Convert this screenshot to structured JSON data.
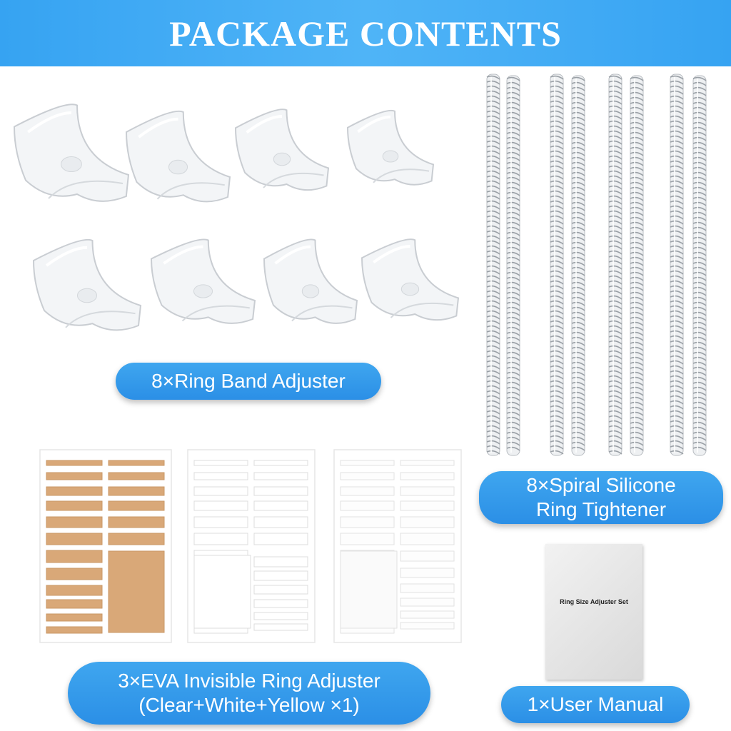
{
  "header": {
    "title": "PACKAGE CONTENTS"
  },
  "labels": {
    "ring_band": "8×Ring Band Adjuster",
    "spiral_line1": "8×Spiral Silicone",
    "spiral_line2": "Ring Tightener",
    "eva_line1": "3×EVA Invisible Ring Adjuster",
    "eva_line2": "(Clear+White+Yellow ×1)",
    "manual": "1×User Manual"
  },
  "manual": {
    "cover_text": "Ring Size Adjuster Set"
  },
  "colors": {
    "header": "#4fb4f7",
    "pill": "#3fa6ef",
    "eva_yellow": "#d9a878"
  }
}
